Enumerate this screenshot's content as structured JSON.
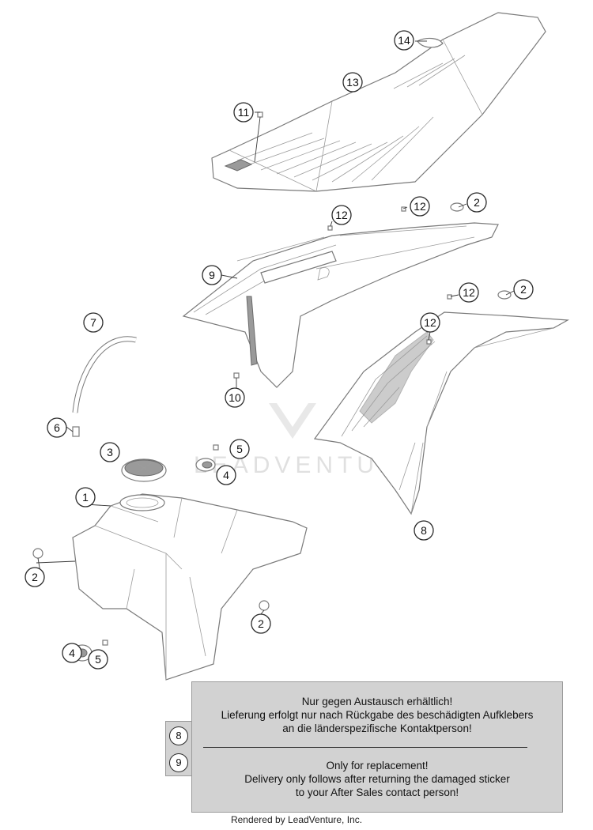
{
  "watermark_text": "LEADVENTURE",
  "callouts": {
    "c1": "1",
    "c2a": "2",
    "c2b": "2",
    "c2c": "2",
    "c2d": "2",
    "c3": "3",
    "c4a": "4",
    "c4b": "4",
    "c5a": "5",
    "c5b": "5",
    "c6": "6",
    "c7": "7",
    "c8": "8",
    "c9": "9",
    "c10": "10",
    "c11": "11",
    "c12a": "12",
    "c12b": "12",
    "c12c": "12",
    "c12d": "12",
    "c13": "13",
    "c14": "14"
  },
  "notice": {
    "tab_top": "8",
    "tab_bottom": "9",
    "de_line1": "Nur gegen Austausch erhältlich!",
    "de_line2": "Lieferung erfolgt nur nach Rückgabe des beschädigten Aufklebers",
    "de_line3": "an die länderspezifische Kontaktperson!",
    "en_line1": "Only for replacement!",
    "en_line2": "Delivery only follows after returning the damaged sticker",
    "en_line3": "to your After Sales contact person!"
  },
  "footer": "Rendered by LeadVenture, Inc."
}
